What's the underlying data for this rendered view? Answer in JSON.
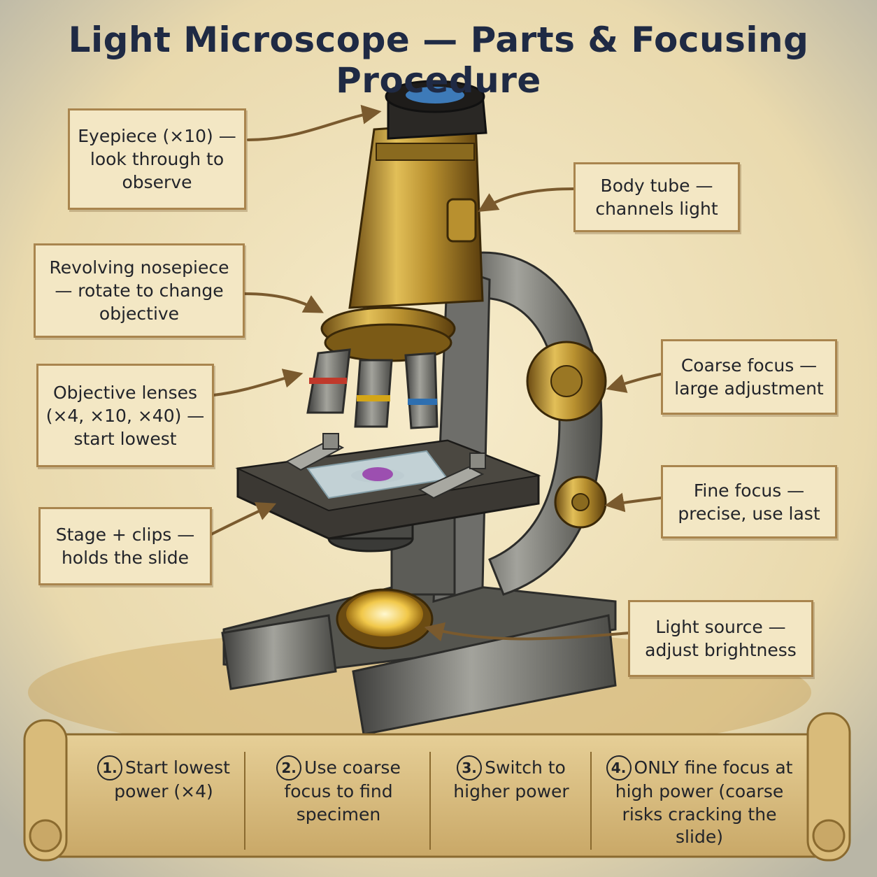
{
  "title": "Light Microscope — Parts & Focusing Procedure",
  "labels": {
    "eyepiece": "Eyepiece (×10) — look through to observe",
    "body_tube": "Body tube — channels light",
    "nosepiece": "Revolving nosepiece — rotate to change objective",
    "objectives": "Objective lenses (×4, ×10, ×40) — start lowest",
    "stage": "Stage + clips — holds the slide",
    "coarse_focus": "Coarse focus — large adjustment",
    "fine_focus": "Fine focus — precise, use last",
    "light_source": "Light source — adjust brightness"
  },
  "steps": [
    {
      "num": "1.",
      "text": "Start lowest power (×4)"
    },
    {
      "num": "2.",
      "text": "Use coarse focus to find specimen"
    },
    {
      "num": "3.",
      "text": "Switch to higher power"
    },
    {
      "num": "4.",
      "text": "ONLY fine focus at high power (coarse risks cracking the slide)"
    }
  ],
  "colors": {
    "title": "#1f2a44",
    "brass": "#b8902f",
    "steel": "#6e6e6a",
    "parchment": "#f3e7c4",
    "arrow": "#7a5a2e",
    "objective_red": "#c0392b",
    "objective_yellow": "#d4a617",
    "objective_blue": "#2e6fb0"
  }
}
